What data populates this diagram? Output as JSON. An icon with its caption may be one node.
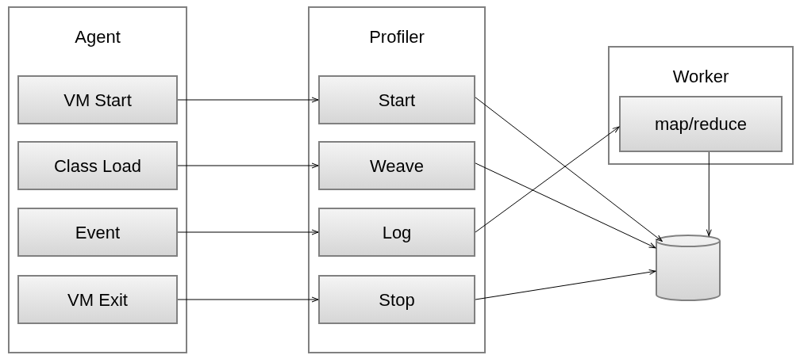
{
  "diagram": {
    "nodes": [
      {
        "text": [
          "Agent"
        ]
      },
      {
        "text": [
          "VM Start"
        ],
        "in": 0
      },
      {
        "text": [
          "Class Load"
        ],
        "in": 0
      },
      {
        "text": [
          "Event"
        ],
        "in": 0
      },
      {
        "text": [
          "VM Exit"
        ],
        "in": 0
      },
      {
        "text": [
          "Profiler"
        ]
      },
      {
        "text": [
          "Start"
        ],
        "in": 5
      },
      {
        "text": [
          "Weave"
        ],
        "in": 5
      },
      {
        "text": [
          "Log"
        ],
        "in": 5
      },
      {
        "text": [
          "Stop"
        ],
        "in": 5
      },
      {
        "text": [
          "Worker"
        ]
      },
      {
        "text": [
          "map/reduce"
        ],
        "in": 10
      },
      {
        "text": [],
        "shape": "cylinder"
      }
    ],
    "edges": [
      {
        "from": 1,
        "to": 6,
        "arrow": "to"
      },
      {
        "from": 2,
        "to": 7,
        "arrow": "to"
      },
      {
        "from": 3,
        "to": 8,
        "arrow": "to"
      },
      {
        "from": 4,
        "to": 9,
        "arrow": "to"
      },
      {
        "from": 6,
        "to": 12,
        "arrow": "to"
      },
      {
        "from": 7,
        "to": 12,
        "arrow": "to"
      },
      {
        "from": 8,
        "to": 11,
        "arrow": "to"
      },
      {
        "from": 9,
        "to": 12,
        "arrow": "to"
      },
      {
        "from": 11,
        "to": 12,
        "arrow": "to"
      }
    ]
  }
}
